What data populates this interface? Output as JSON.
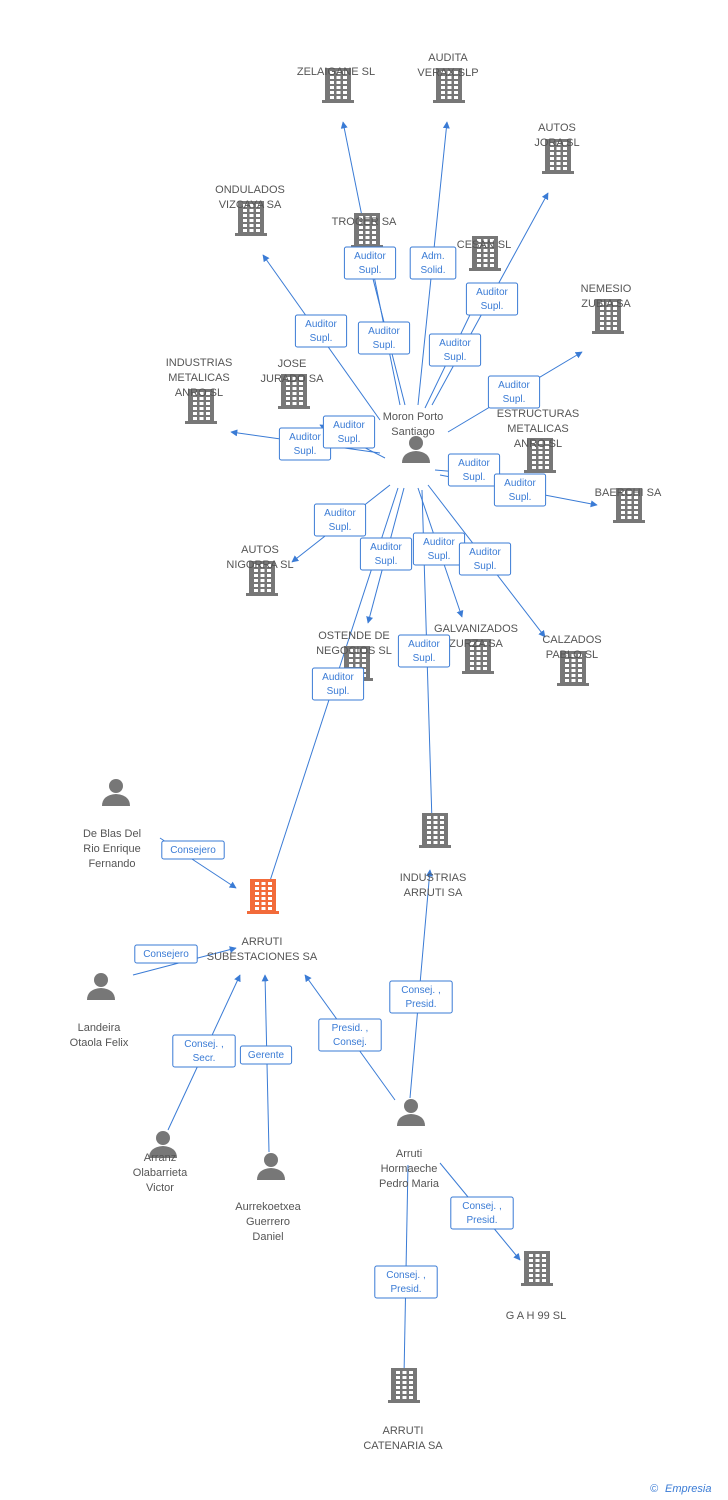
{
  "colors": {
    "edge": "#3a7bd5",
    "node": "#777777",
    "focus": "#f26b3a",
    "text": "#555555"
  },
  "nodes": [
    {
      "id": "zelaigane",
      "type": "company",
      "label": [
        "ZELAIGANE SL"
      ]
    },
    {
      "id": "audita",
      "type": "company",
      "label": [
        "AUDITA",
        "VERAX SLP"
      ]
    },
    {
      "id": "autosjora",
      "type": "company",
      "label": [
        "AUTOS",
        "JORA SL"
      ]
    },
    {
      "id": "ondulados",
      "type": "company",
      "label": [
        "ONDULADOS",
        "VIZCAYA SA"
      ]
    },
    {
      "id": "troger",
      "type": "company",
      "label": [
        "TROGER SA"
      ]
    },
    {
      "id": "cesan",
      "type": "company",
      "label": [
        "CESAN SL"
      ]
    },
    {
      "id": "nemesio",
      "type": "company",
      "label": [
        "NEMESIO",
        "ZUBIA SA"
      ]
    },
    {
      "id": "industriasmet",
      "type": "company",
      "label": [
        "INDUSTRIAS",
        "METALICAS",
        "ANRO SL"
      ]
    },
    {
      "id": "josejurado",
      "type": "company",
      "label": [
        "JOSE",
        "JURADO SA"
      ]
    },
    {
      "id": "moron",
      "type": "person",
      "label": [
        "Moron Porto",
        "Santiago"
      ]
    },
    {
      "id": "estructuras",
      "type": "company",
      "label": [
        "ESTRUCTURAS",
        "METALICAS",
        "ANRO SL"
      ]
    },
    {
      "id": "baerchi",
      "type": "company",
      "label": [
        "BAERCHI SA"
      ]
    },
    {
      "id": "autosnigorra",
      "type": "company",
      "label": [
        "AUTOS",
        "NIGORRA SL"
      ]
    },
    {
      "id": "ostende",
      "type": "company",
      "label": [
        "OSTENDE DE",
        "NEGOCIOS SL"
      ]
    },
    {
      "id": "galvanizados",
      "type": "company",
      "label": [
        "GALVANIZADOS",
        "ZURZA SA"
      ]
    },
    {
      "id": "calzados",
      "type": "company",
      "label": [
        "CALZADOS",
        "PABLO SL"
      ]
    },
    {
      "id": "deblas",
      "type": "person",
      "label": [
        "De Blas Del",
        "Rio Enrique",
        "Fernando"
      ]
    },
    {
      "id": "industriasarruti",
      "type": "company",
      "label": [
        "INDUSTRIAS",
        "ARRUTI SA"
      ]
    },
    {
      "id": "arrutisub",
      "type": "focus",
      "label": [
        "ARRUTI",
        "SUBESTACIONES SA"
      ]
    },
    {
      "id": "landeira",
      "type": "person",
      "label": [
        "Landeira",
        "Otaola Felix"
      ]
    },
    {
      "id": "arranz",
      "type": "person",
      "label": [
        "Arranz",
        "Olabarrieta",
        "Victor"
      ]
    },
    {
      "id": "aurrekoetxea",
      "type": "person",
      "label": [
        "Aurrekoetxea",
        "Guerrero",
        "Daniel"
      ]
    },
    {
      "id": "arrutipedro",
      "type": "person",
      "label": [
        "Arruti",
        "Hormaeche",
        "Pedro Maria"
      ]
    },
    {
      "id": "gah99",
      "type": "company",
      "label": [
        "G A H 99 SL"
      ]
    },
    {
      "id": "arruticatenaria",
      "type": "company",
      "label": [
        "ARRUTI",
        "CATENARIA SA"
      ]
    }
  ],
  "edges": [
    {
      "from": "moron",
      "to": "zelaigane",
      "label": [
        "Auditor",
        "Supl."
      ]
    },
    {
      "from": "moron",
      "to": "audita",
      "label": [
        "Adm.",
        "Solid."
      ]
    },
    {
      "from": "moron",
      "to": "autosjora",
      "label": [
        "Auditor",
        "Supl."
      ]
    },
    {
      "from": "moron",
      "to": "ondulados",
      "label": [
        "Auditor",
        "Supl."
      ]
    },
    {
      "from": "moron",
      "to": "troger",
      "label": [
        "Auditor",
        "Supl."
      ]
    },
    {
      "from": "moron",
      "to": "cesan",
      "label": [
        "Auditor",
        "Supl."
      ]
    },
    {
      "from": "moron",
      "to": "nemesio",
      "label": [
        "Auditor",
        "Supl."
      ]
    },
    {
      "from": "moron",
      "to": "industriasmet",
      "label": [
        "Auditor",
        "Supl."
      ]
    },
    {
      "from": "moron",
      "to": "josejurado",
      "label": [
        "Auditor",
        "Supl."
      ]
    },
    {
      "from": "moron",
      "to": "estructuras",
      "label": [
        "Auditor",
        "Supl."
      ]
    },
    {
      "from": "moron",
      "to": "baerchi",
      "label": [
        "Auditor",
        "Supl."
      ]
    },
    {
      "from": "moron",
      "to": "autosnigorra",
      "label": [
        "Auditor",
        "Supl."
      ]
    },
    {
      "from": "moron",
      "to": "ostende",
      "label": [
        "Auditor",
        "Supl."
      ]
    },
    {
      "from": "moron",
      "to": "galvanizados",
      "label": [
        "Auditor",
        "Supl."
      ]
    },
    {
      "from": "moron",
      "to": "calzados",
      "label": [
        "Auditor",
        "Supl."
      ]
    },
    {
      "from": "moron",
      "to": "industriasarruti",
      "label": [
        "Auditor",
        "Supl."
      ]
    },
    {
      "from": "moron",
      "to": "arrutisub",
      "label": [
        "Auditor",
        "Supl."
      ]
    },
    {
      "from": "deblas",
      "to": "arrutisub",
      "label": [
        "Consejero"
      ]
    },
    {
      "from": "landeira",
      "to": "arrutisub",
      "label": [
        "Consejero"
      ]
    },
    {
      "from": "arranz",
      "to": "arrutisub",
      "label": [
        "Consej. ,",
        "Secr."
      ]
    },
    {
      "from": "aurrekoetxea",
      "to": "arrutisub",
      "label": [
        "Gerente"
      ]
    },
    {
      "from": "arrutipedro",
      "to": "arrutisub",
      "label": [
        "Presid. ,",
        "Consej."
      ]
    },
    {
      "from": "arrutipedro",
      "to": "industriasarruti",
      "label": [
        "Consej. ,",
        "Presid."
      ]
    },
    {
      "from": "arrutipedro",
      "to": "gah99",
      "label": [
        "Consej. ,",
        "Presid."
      ]
    },
    {
      "from": "arrutipedro",
      "to": "arruticatenaria",
      "label": [
        "Consej. ,",
        "Presid."
      ]
    }
  ],
  "footer": {
    "copyright": "©",
    "brand": "Empresia"
  }
}
